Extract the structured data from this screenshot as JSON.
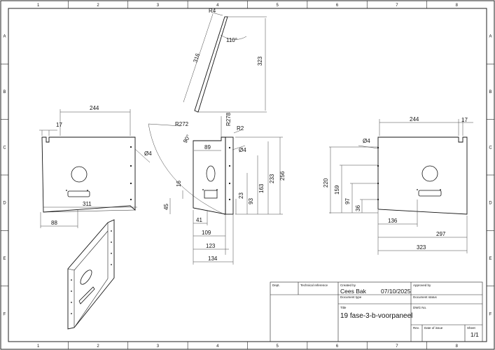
{
  "zones": {
    "columns": [
      "1",
      "2",
      "3",
      "4",
      "5",
      "6",
      "7",
      "8"
    ],
    "rows": [
      "A",
      "B",
      "C",
      "D",
      "E",
      "F"
    ]
  },
  "dimensions": {
    "top_view": {
      "radius": "R4",
      "angle": "110°",
      "length": "316",
      "height": "323"
    },
    "left_view": {
      "width": "244",
      "small": "17",
      "bottom": "311",
      "offset": "88"
    },
    "center_view": {
      "r278": "R278",
      "r272": "R272",
      "r2": "R2",
      "angle": "90°",
      "hole_dia_a": "Ø4",
      "hole_dia_b": "Ø4",
      "w89": "89",
      "h16": "16",
      "h45": "45",
      "h23": "23",
      "h93": "93",
      "h163": "163",
      "h233": "233",
      "h256": "256",
      "w41": "41",
      "w109": "109",
      "w123": "123",
      "w134": "134"
    },
    "right_view": {
      "width": "244",
      "small": "17",
      "hole_dia": "Ø4",
      "h220": "220",
      "h159": "159",
      "h97": "97",
      "h36": "36",
      "w136": "136",
      "w297": "297",
      "w323": "323"
    }
  },
  "title_block": {
    "labels": {
      "dept": "Dept.",
      "technical_reference": "Technical reference",
      "created_by": "Created by",
      "approved_by": "Approved by",
      "document_type": "Document type",
      "document_status": "Document status",
      "title": "Title",
      "dwg_no": "DWG No.",
      "rev": "Rev.",
      "date_of_issue": "Date of issue",
      "sheet": "Sheet"
    },
    "values": {
      "created_by": "Cees Bak",
      "date": "07/10/2025",
      "title": "19 fase-3-b-voorpaneel",
      "sheet": "1/1"
    }
  }
}
